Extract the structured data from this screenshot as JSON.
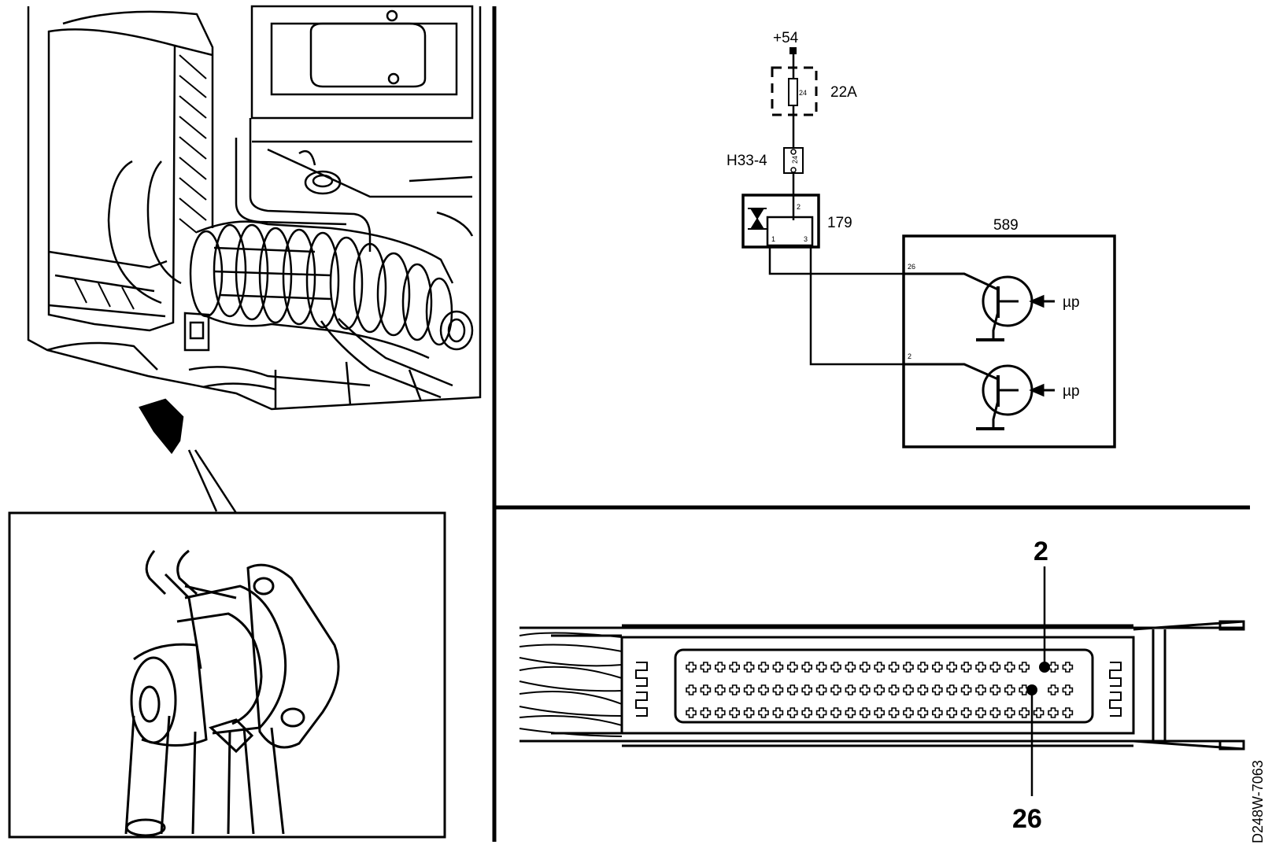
{
  "schematic": {
    "supply_label": "+54",
    "fuse": {
      "number": "24",
      "rating": "22A"
    },
    "connector": {
      "label": "H33-4",
      "pin": "24"
    },
    "relay": {
      "label": "179",
      "pins": [
        "2",
        "1",
        "3"
      ]
    },
    "ecu": {
      "label": "589",
      "pins": [
        "26",
        "2"
      ],
      "drivers": [
        "µp",
        "µp"
      ]
    }
  },
  "ecu_connector": {
    "pin_top_label": "2",
    "pin_bottom_label": "26"
  },
  "figure_code": "D248W-7063",
  "colors": {
    "ink": "#000000",
    "paper": "#ffffff"
  }
}
